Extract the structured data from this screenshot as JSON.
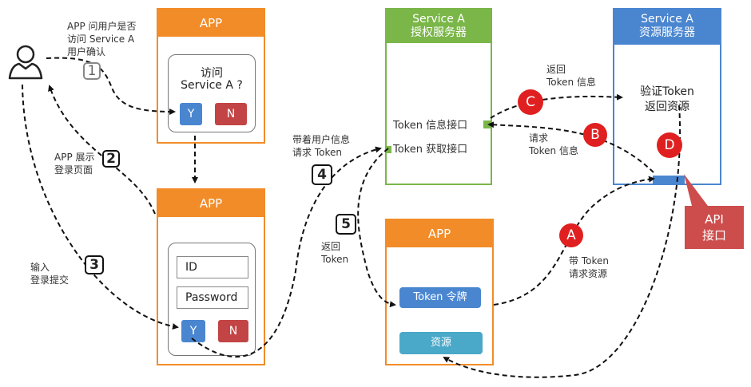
{
  "user": {
    "icon": "person-icon"
  },
  "app1": {
    "title": "APP",
    "question_line1": "访问",
    "question_line2": "Service A ?",
    "yes": "Y",
    "no": "N"
  },
  "app2": {
    "title": "APP",
    "id_placeholder": "ID",
    "password_placeholder": "Password",
    "yes": "Y",
    "no": "N"
  },
  "app3": {
    "title": "APP",
    "token_button": "Token 令牌",
    "resource_button": "资源"
  },
  "auth_server": {
    "title_line1": "Service A",
    "title_line2": "授权服务器",
    "token_info_api": "Token 信息接口",
    "token_get_api": "Token 获取接口"
  },
  "resource_server": {
    "title_line1": "Service A",
    "title_line2": "资源服务器",
    "verify_line1": "验证Token",
    "verify_line2": "返回资源"
  },
  "api_callout": {
    "line1": "API",
    "line2": "接口"
  },
  "steps": {
    "s1": {
      "num": "1",
      "label_line1": "APP 问用户是否",
      "label_line2": "访问 Service A",
      "label_line3": "用户确认"
    },
    "s2": {
      "num": "2",
      "label_line1": "APP 展示",
      "label_line2": "登录页面"
    },
    "s3": {
      "num": "3",
      "label_line1": "输入",
      "label_line2": "登录提交"
    },
    "s4": {
      "num": "4",
      "label_line1": "带着用户信息",
      "label_line2": "请求 Token"
    },
    "s5": {
      "num": "5",
      "label_line1": "返回",
      "label_line2": "Token"
    }
  },
  "markers": {
    "a": {
      "letter": "A",
      "label_line1": "带 Token",
      "label_line2": "请求资源"
    },
    "b": {
      "letter": "B",
      "label_line1": "请求",
      "label_line2": "Token 信息"
    },
    "c": {
      "letter": "C",
      "label_line1": "返回",
      "label_line2": "Token 信息"
    },
    "d": {
      "letter": "D"
    }
  },
  "colors": {
    "app_orange": "#f28c28",
    "auth_green": "#7ab648",
    "resource_blue": "#4a86d0",
    "red": "#e02020",
    "callout_red": "#cd4d4d",
    "token_teal": "#4aa8c8"
  }
}
